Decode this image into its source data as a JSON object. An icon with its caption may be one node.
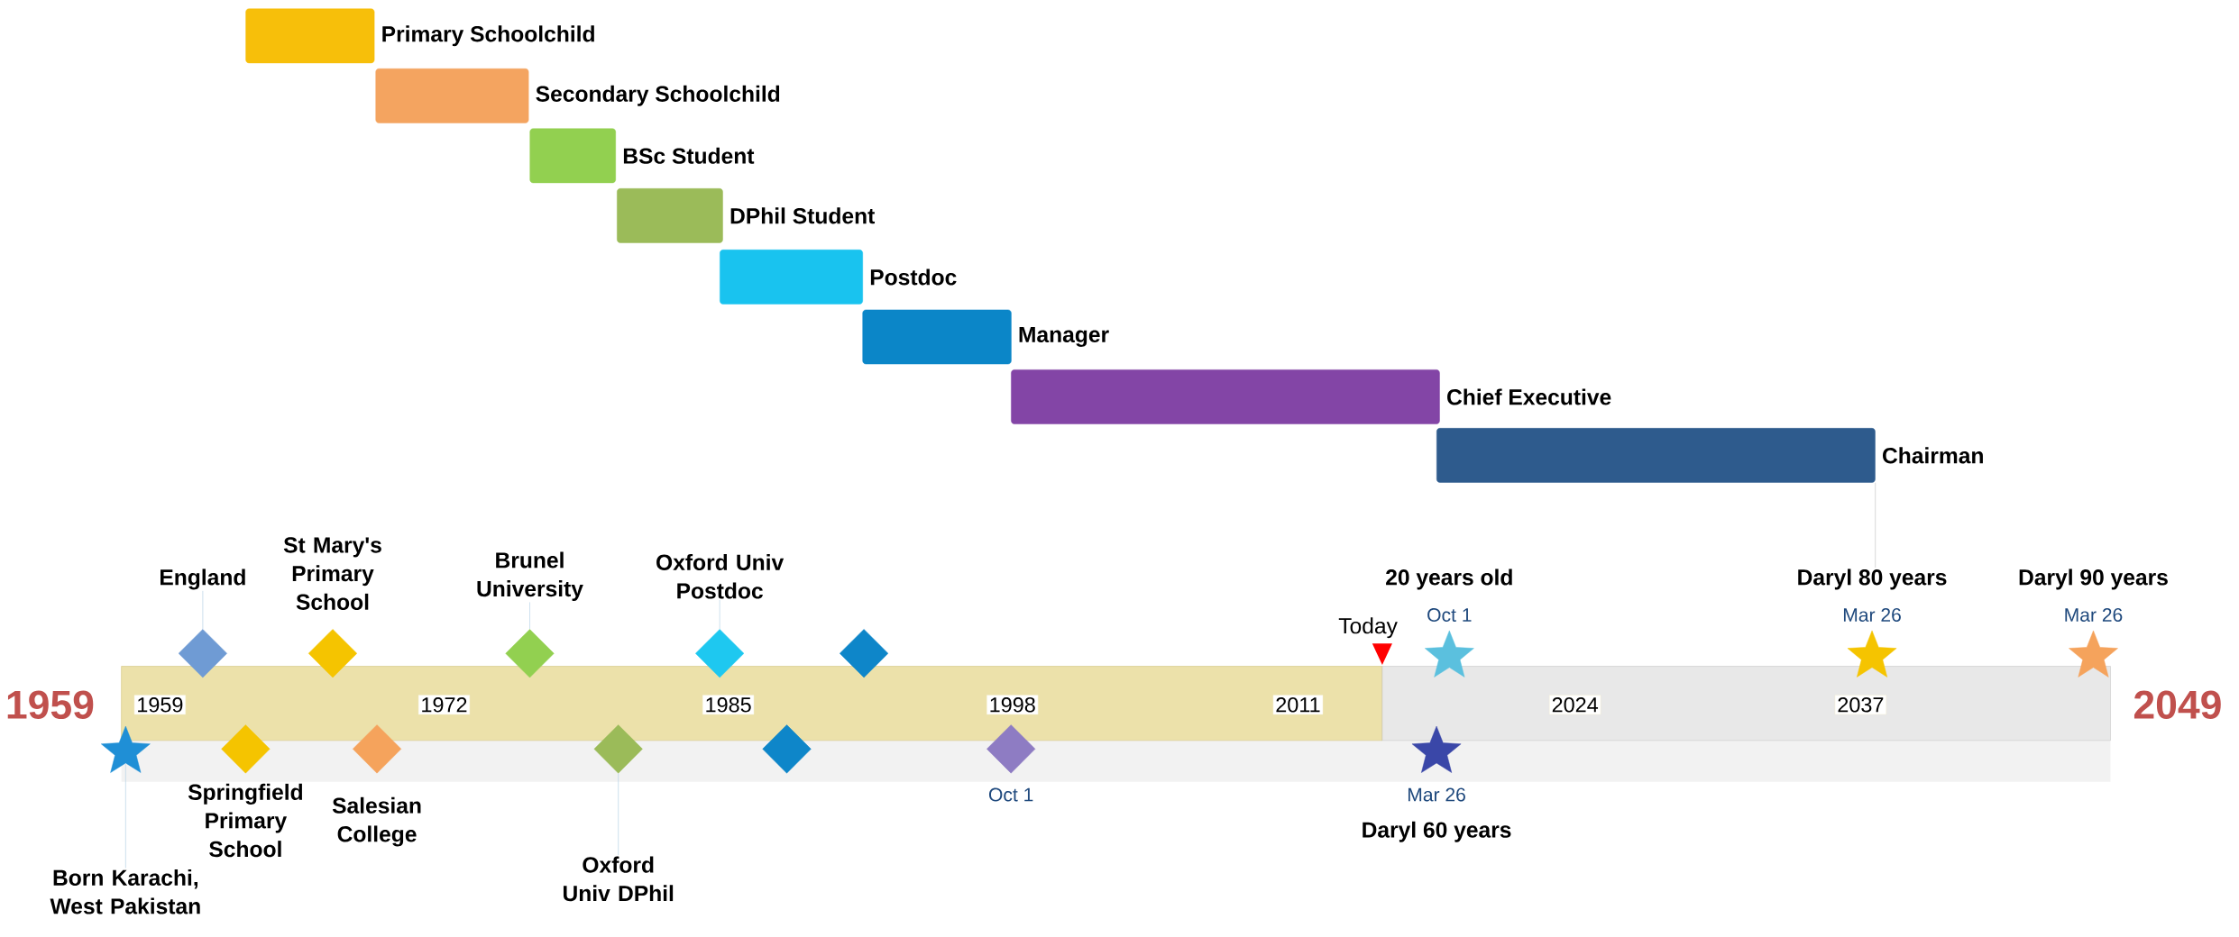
{
  "diagram": {
    "nodes": [
      {
        "text": [
          "Primary Schoolchild"
        ]
      },
      {
        "text": [
          "Secondary Schoolchild"
        ]
      },
      {
        "text": [
          "BSc Student"
        ]
      },
      {
        "text": [
          "DPhil Student"
        ]
      },
      {
        "text": [
          "Postdoc"
        ]
      },
      {
        "text": [
          "Manager"
        ]
      },
      {
        "text": [
          "Chief Executive"
        ]
      },
      {
        "text": [
          "Chairman"
        ]
      },
      {
        "text": [
          "Born Karachi, West Pakistan"
        ]
      },
      {
        "text": [
          "England"
        ]
      },
      {
        "text": [
          "Springfield Primary School"
        ]
      },
      {
        "text": [
          "St Mary's Primary School"
        ]
      },
      {
        "text": [
          "Salesian College"
        ]
      },
      {
        "text": [
          "Brunel University"
        ]
      },
      {
        "text": [
          "Oxford Univ DPhil"
        ]
      },
      {
        "text": [
          "Oxford Univ Postdoc"
        ]
      },
      {
        "text": [],
        "shape": "diamond"
      },
      {
        "text": [],
        "shape": "diamond"
      },
      {
        "text": [],
        "shape": "diamond",
        "beside": [
          "Oct 1"
        ]
      },
      {
        "text": [
          "Daryl 60 years"
        ],
        "beside": [
          "Mar 26"
        ]
      },
      {
        "text": [
          "20 years old"
        ],
        "beside": [
          "Oct 1"
        ]
      },
      {
        "text": [
          "Daryl 80 years"
        ],
        "beside": [
          "Mar 26"
        ]
      },
      {
        "text": [
          "Daryl 90 years"
        ],
        "beside": [
          "Mar 26"
        ]
      }
    ],
    "edges": [
      {
        "from": 8,
        "to": null,
        "arrow": "none"
      },
      {
        "from": 9,
        "to": null,
        "arrow": "none"
      },
      {
        "from": 13,
        "to": null,
        "arrow": "none"
      },
      {
        "from": 14,
        "to": null,
        "arrow": "none"
      },
      {
        "from": 15,
        "to": null,
        "arrow": "none"
      },
      {
        "from": 7,
        "to": 21,
        "arrow": "none"
      }
    ],
    "labels": [
      "Today",
      "1959",
      "1959",
      "1972",
      "1985",
      "1998",
      "2011",
      "2024",
      "2037",
      "2049"
    ]
  }
}
